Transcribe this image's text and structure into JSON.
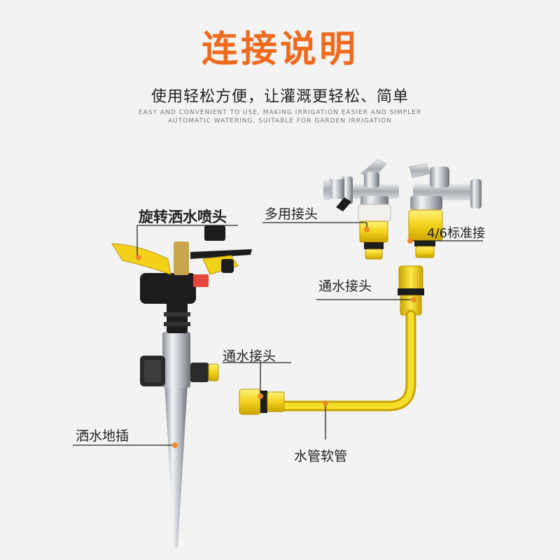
{
  "title": "连接说明",
  "subtitle": "使用轻松方便，让灌溉更轻松、简单",
  "subtitle_en_line1": "EASY AND CONVENIENT TO USE, MAKING IRRIGATION EASIER AND SIMPLER",
  "subtitle_en_line2": "AUTOMATIC WATERING, SUITABLE FOR GARDEN IRRIGATION",
  "labels": {
    "sprinkler_head": "旋转洒水喷头",
    "multi_connector": "多用接头",
    "standard_connector": "4/6标准接",
    "water_connector_right": "通水接头",
    "water_connector_left": "通水接头",
    "ground_spike": "洒水地插",
    "soft_hose": "水管软管"
  },
  "colors": {
    "title": "#ee6a1e",
    "yellow": "#f3d21c",
    "dot": "#f08a24",
    "black_part": "#1c1c1c"
  }
}
